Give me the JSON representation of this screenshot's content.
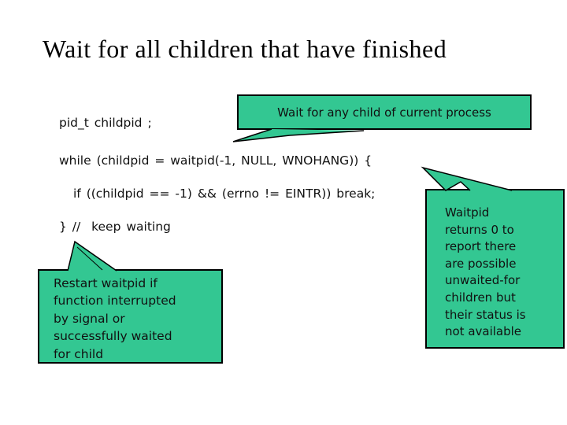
{
  "slide": {
    "title": "Wait for all children that have finished",
    "code": {
      "line1": "pid_t childpid ;",
      "line2": "while (childpid = waitpid(-1, NULL, WNOHANG)) {",
      "line3": "if ((childpid == -1) && (errno != EINTR)) break;",
      "line4": "} //  keep waiting"
    },
    "callouts": {
      "top": {
        "text": "Wait for any child of current process"
      },
      "bottom_left": {
        "lines": [
          "Restart waitpid if",
          "function interrupted",
          "by signal or",
          "successfully waited",
          "for child"
        ]
      },
      "right": {
        "lines": [
          "Waitpid",
          "returns 0 to",
          "report there",
          "are possible",
          "unwaited-for",
          "children but",
          "their status is",
          "not available"
        ]
      }
    }
  },
  "colors": {
    "canvas_bg": "#FFFFFF",
    "callout_fill": "#33C792",
    "callout_border": "#000000",
    "text": "#111111"
  }
}
